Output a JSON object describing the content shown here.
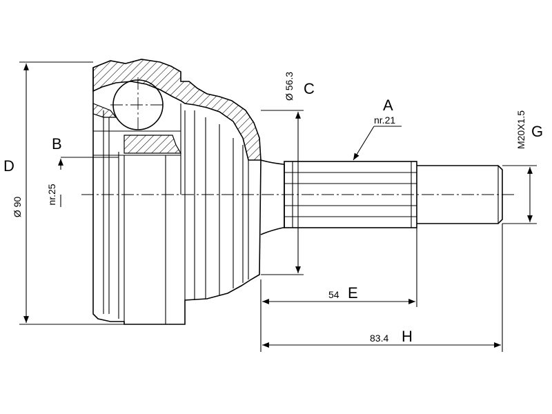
{
  "labels": {
    "A": "A",
    "B": "B",
    "C": "C",
    "D": "D",
    "E": "E",
    "G": "G",
    "H": "H"
  },
  "dimensions": {
    "outer_diameter": "Ø 90",
    "inner_spline_count": "nr.25",
    "seal_diameter": "Ø 56.3",
    "outer_spline_count": "nr.21",
    "thread": "M20X1.5",
    "spline_length": "54",
    "total_length": "83.4"
  },
  "colors": {
    "line": "#000000",
    "background": "#ffffff"
  }
}
